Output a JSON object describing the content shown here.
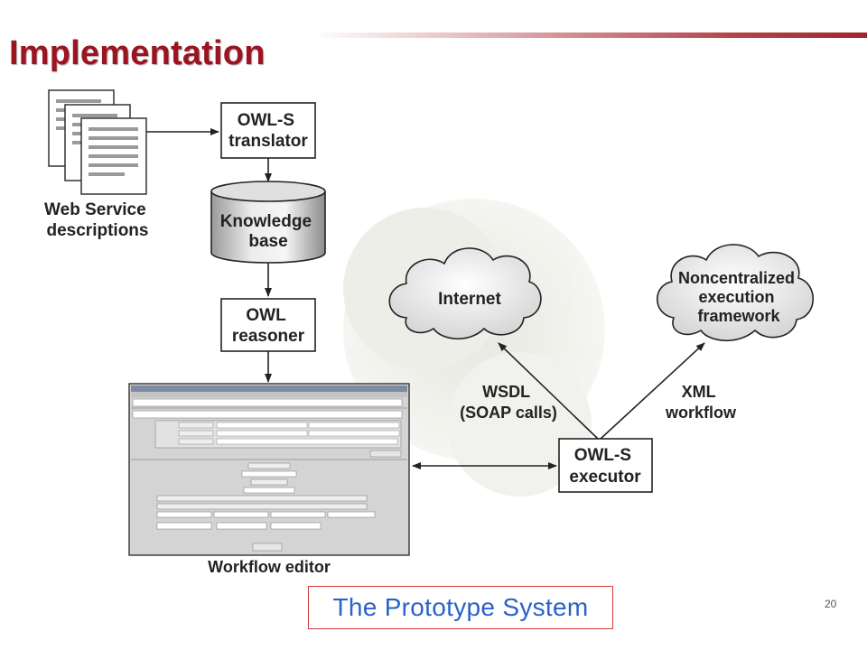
{
  "slide": {
    "title": "Implementation",
    "caption": "The Prototype System",
    "page_number": "20"
  },
  "diagram": {
    "nodes": {
      "web_service_descriptions": [
        "Web Service",
        "descriptions"
      ],
      "owls_translator": [
        "OWL-S",
        "translator"
      ],
      "knowledge_base": [
        "Knowledge",
        "base"
      ],
      "owl_reasoner": [
        "OWL",
        "reasoner"
      ],
      "internet": [
        "Internet"
      ],
      "noncentralized": [
        "Noncentralized",
        "execution",
        "framework"
      ],
      "owls_executor": [
        "OWL-S",
        "executor"
      ],
      "workflow_editor": [
        "Workflow editor"
      ]
    },
    "edge_labels": {
      "wsdl": [
        "WSDL",
        "(SOAP calls)"
      ],
      "xml": [
        "XML",
        "workflow"
      ]
    }
  },
  "colors": {
    "title": "#9b1420",
    "caption_text": "#2b62c9",
    "caption_border": "#d23a3a"
  }
}
